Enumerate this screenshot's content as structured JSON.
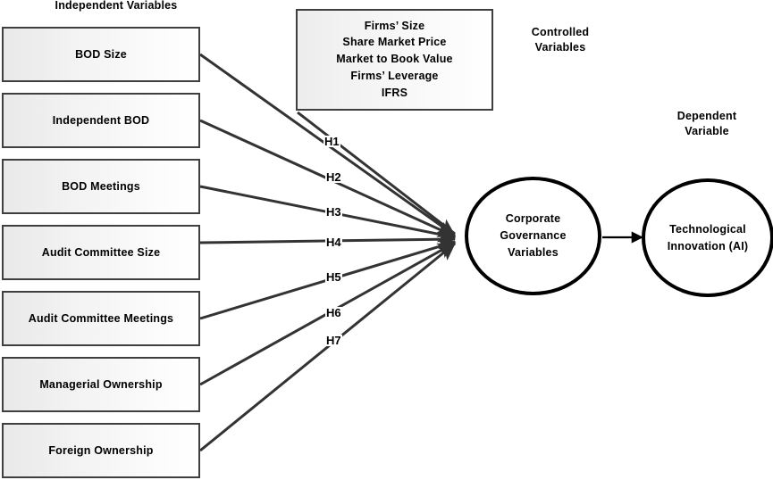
{
  "headers": {
    "independent": "Independent Variables",
    "controlled": "Controlled\nVariables",
    "dependent": "Dependent\nVariable"
  },
  "independent_variables": [
    {
      "label": "BOD Size",
      "hypothesis": "H1"
    },
    {
      "label": "Independent BOD",
      "hypothesis": "H2"
    },
    {
      "label": "BOD Meetings",
      "hypothesis": "H3"
    },
    {
      "label": "Audit Committee Size",
      "hypothesis": "H4"
    },
    {
      "label": "Audit Committee Meetings",
      "hypothesis": "H5"
    },
    {
      "label": "Managerial Ownership",
      "hypothesis": "H6"
    },
    {
      "label": "Foreign Ownership",
      "hypothesis": "H7"
    }
  ],
  "controlled_variables": [
    "Firms’ Size",
    "Share Market Price",
    "Market to Book Value",
    "Firms’ Leverage",
    "IFRS"
  ],
  "mediator": {
    "label": "Corporate\nGovernance\nVariables"
  },
  "dependent": {
    "label": "Technological\nInnovation (AI)"
  },
  "colors": {
    "box_border": "#3f3f3f",
    "circle_border": "#000000",
    "line": "#333333",
    "text": "#000000",
    "background": "#ffffff"
  }
}
